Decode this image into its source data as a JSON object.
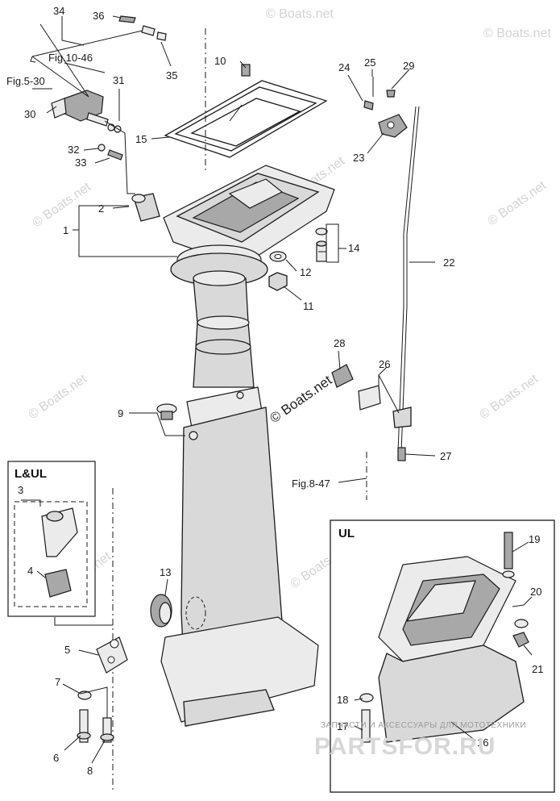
{
  "callouts": {
    "c1": "1",
    "c2": "2",
    "c3": "3",
    "c4": "4",
    "c5": "5",
    "c6": "6",
    "c7": "7",
    "c8": "8",
    "c9": "9",
    "c10": "10",
    "c11": "11",
    "c12": "12",
    "c13": "13",
    "c14": "14",
    "c15": "15",
    "c16": "16",
    "c17": "17",
    "c18": "18",
    "c19": "19",
    "c20": "20",
    "c21": "21",
    "c22": "22",
    "c23": "23",
    "c24": "24",
    "c25": "25",
    "c26": "26",
    "c27": "27",
    "c28": "28",
    "c29": "29",
    "c30": "30",
    "c31": "31",
    "c32": "32",
    "c33": "33",
    "c34": "34",
    "c35": "35",
    "c36": "36"
  },
  "figure_refs": {
    "fig10": "Fig.10-46",
    "fig5": "Fig.5-30",
    "fig8": "Fig.8-47"
  },
  "boxes": {
    "lul_title": "L&UL",
    "ul_title": "UL"
  },
  "watermark": {
    "boats": "© Boats.net",
    "brand": "PARTSFOR.RU",
    "brand_sub": "ЗАПЧАСТИ И АКСЕССУАРЫ ДЛЯ МОТОТЕХНИКИ"
  }
}
